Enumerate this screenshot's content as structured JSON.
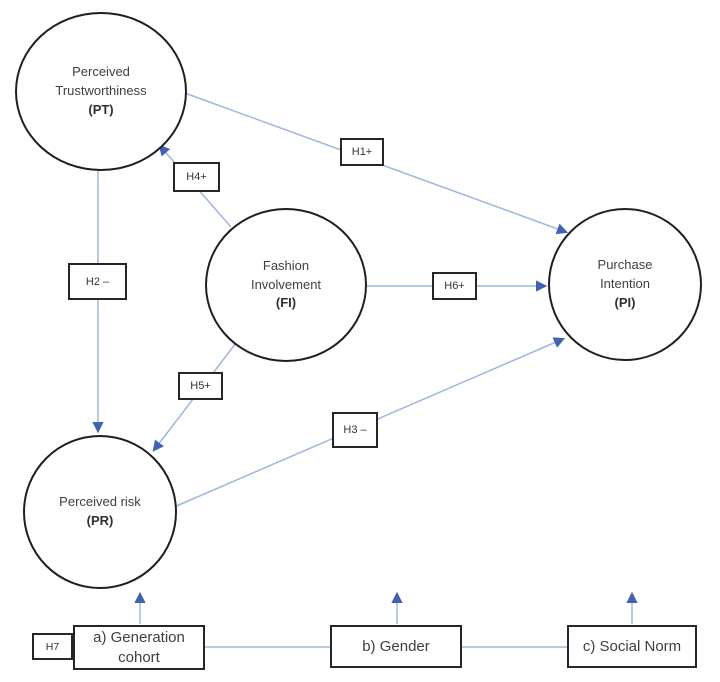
{
  "diagram": {
    "nodes": {
      "pt": {
        "line1": "Perceived",
        "line2": "Trustworthiness",
        "abbr": "(PT)"
      },
      "fi": {
        "line1": "Fashion",
        "line2": "Involvement",
        "abbr": "(FI)"
      },
      "pi": {
        "line1": "Purchase",
        "line2": "Intention",
        "abbr": "(PI)"
      },
      "pr": {
        "line1": "Perceived risk",
        "abbr": "(PR)"
      }
    },
    "hypotheses": {
      "h1": "H1+",
      "h2": "H2 –",
      "h3": "H3 –",
      "h4": "H4+",
      "h5": "H5+",
      "h6": "H6+",
      "h7": "H7"
    },
    "moderators": {
      "generation": "a) Generation cohort",
      "gender": "b) Gender",
      "social_norm": "c) Social Norm"
    },
    "colors": {
      "line": "#9db7dd",
      "arrow": "#3f63b0",
      "shape_border": "#262626",
      "text": "#3f3f3f"
    }
  }
}
